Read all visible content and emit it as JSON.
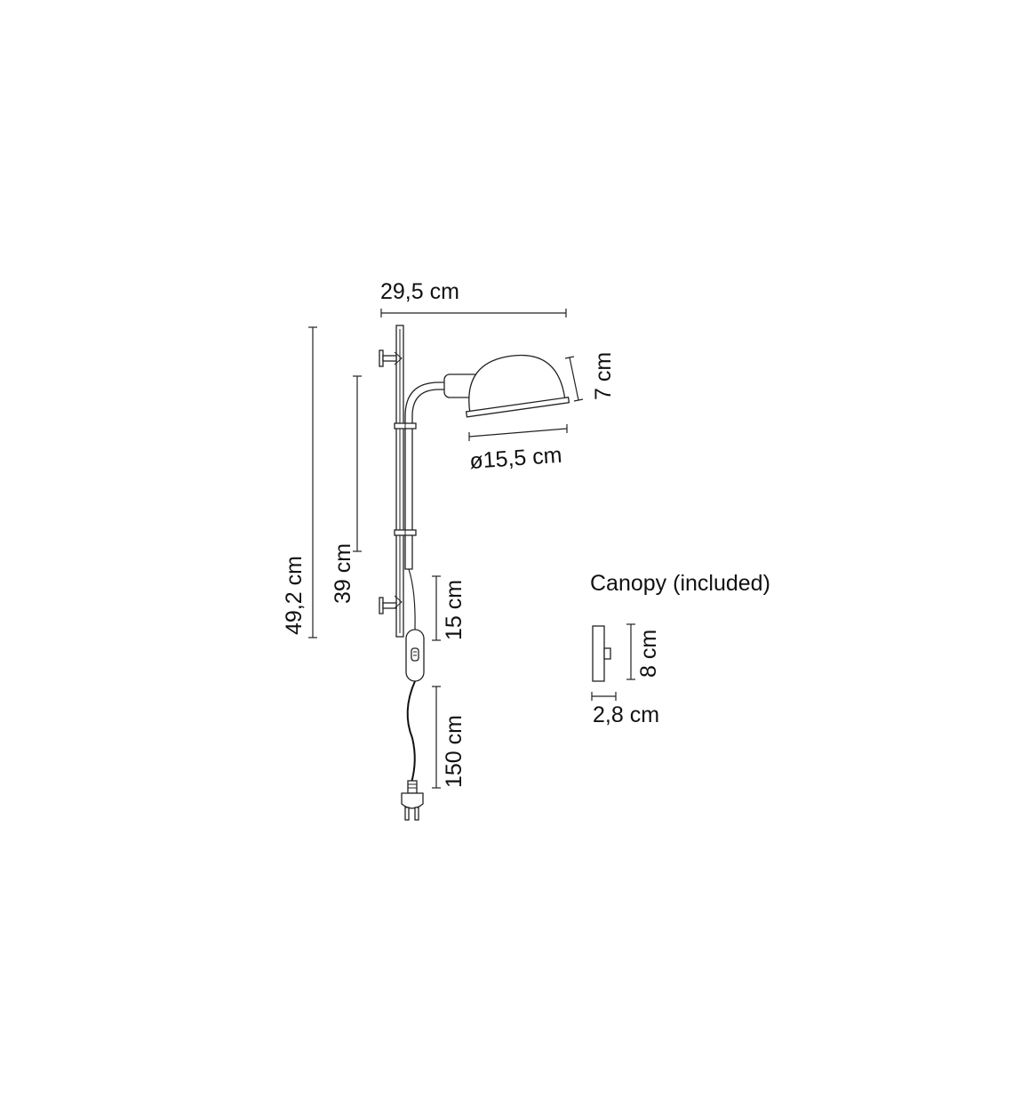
{
  "dimensions": {
    "width_total": "29,5 cm",
    "height_total": "49,2 cm",
    "rail_length": "39 cm",
    "shade_height": "7 cm",
    "shade_diameter": "ø15,5 cm",
    "switch_cable": "15 cm",
    "power_cable": "150 cm"
  },
  "canopy": {
    "title": "Canopy (included)",
    "height": "8 cm",
    "width": "2,8 cm"
  }
}
